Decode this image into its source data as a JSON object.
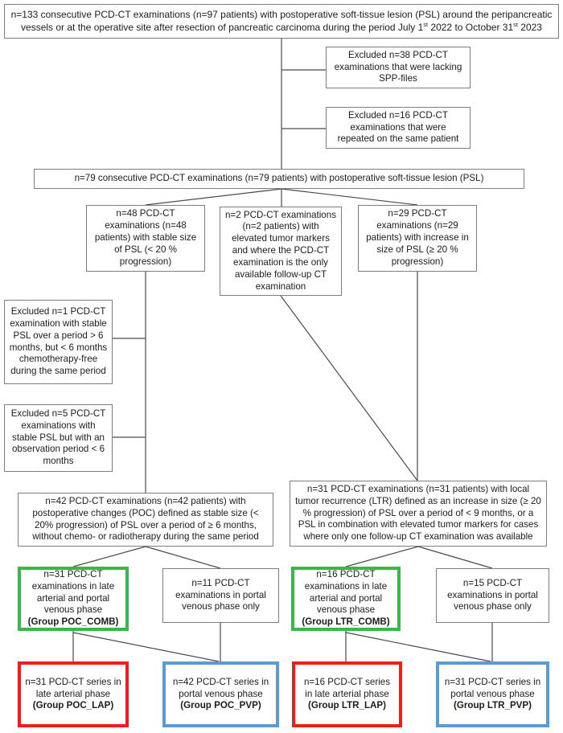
{
  "accent_colors": {
    "green": "#3cb54a",
    "red": "#f21d18",
    "blue": "#5b9bd5",
    "box_border": "#7d7d7d"
  },
  "flowchart": {
    "top": {
      "part1": "n=133 consecutive PCD-CT examinations (n=97 patients) with postoperative soft-tissue lesion (PSL) around the peripancreatic vessels or at the operative site after resection of pancreatic carcinoma during the period July 1",
      "sup1": "st",
      "part2": " 2022 to October 31",
      "sup2": "st",
      "part3": " 2023"
    },
    "excluded_spp": "Excluded n=38 PCD-CT examinations that were lacking SPP-files",
    "excluded_repeated": "Excluded n=16 PCD-CT examinations that were repeated on the same patient",
    "consecutive_79": "n=79 consecutive PCD-CT examinations (n=79 patients) with postoperative soft-tissue lesion (PSL)",
    "stable_48": "n=48 PCD-CT examinations (n=48 patients) with stable size of PSL (< 20 % progression)",
    "elevated_2": "n=2 PCD-CT examinations (n=2 patients) with elevated tumor markers and where the PCD-CT examination is the only available follow-up CT examination",
    "increase_29": "n=29 PCD-CT examinations (n=29 patients) with increase in size of PSL (≥ 20 % progression)",
    "excluded_chemo": "Excluded n=1 PCD-CT examination with stable PSL over a period > 6 months, but < 6 months chemotherapy-free during the same period",
    "excluded_observation": "Excluded n=5 PCD-CT examinations with stable PSL but with an observation period < 6 months",
    "poc_42": "n=42 PCD-CT examinations (n=42 patients) with postoperative changes (POC) defined as stable size (< 20% progression) of PSL over a period of ≥ 6 months, without chemo- or radiotherapy during the same period",
    "ltr_31": "n=31 PCD-CT examinations (n=31 patients) with local tumor recurrence (LTR) defined as an increase in size (≥ 20 % progression) of PSL over a period of < 9 months, or a PSL in combination with elevated tumor markers for cases where only one follow-up CT examination was available",
    "poc_comb": {
      "text": "n=31 PCD-CT examinations in late arterial and portal venous phase",
      "group": "(Group POC_COMB)"
    },
    "poc_pvp_only": "n=11 PCD-CT examinations in portal venous phase only",
    "ltr_comb": {
      "text": "n=16 PCD-CT examinations in late arterial and portal venous phase",
      "group": "(Group LTR_COMB)"
    },
    "ltr_pvp_only": "n=15 PCD-CT examinations in portal venous phase only",
    "poc_lap": {
      "text": "n=31 PCD-CT series in late arterial phase",
      "group": "(Group POC_LAP)"
    },
    "poc_pvp": {
      "text": "n=42 PCD-CT series in portal venous phase",
      "group": "(Group POC_PVP)"
    },
    "ltr_lap": {
      "text": "n=16 PCD-CT series in late arterial phase",
      "group": "(Group LTR_LAP)"
    },
    "ltr_pvp": {
      "text": "n=31 PCD-CT series in portal venous phase",
      "group": "(Group LTR_PVP)"
    }
  }
}
